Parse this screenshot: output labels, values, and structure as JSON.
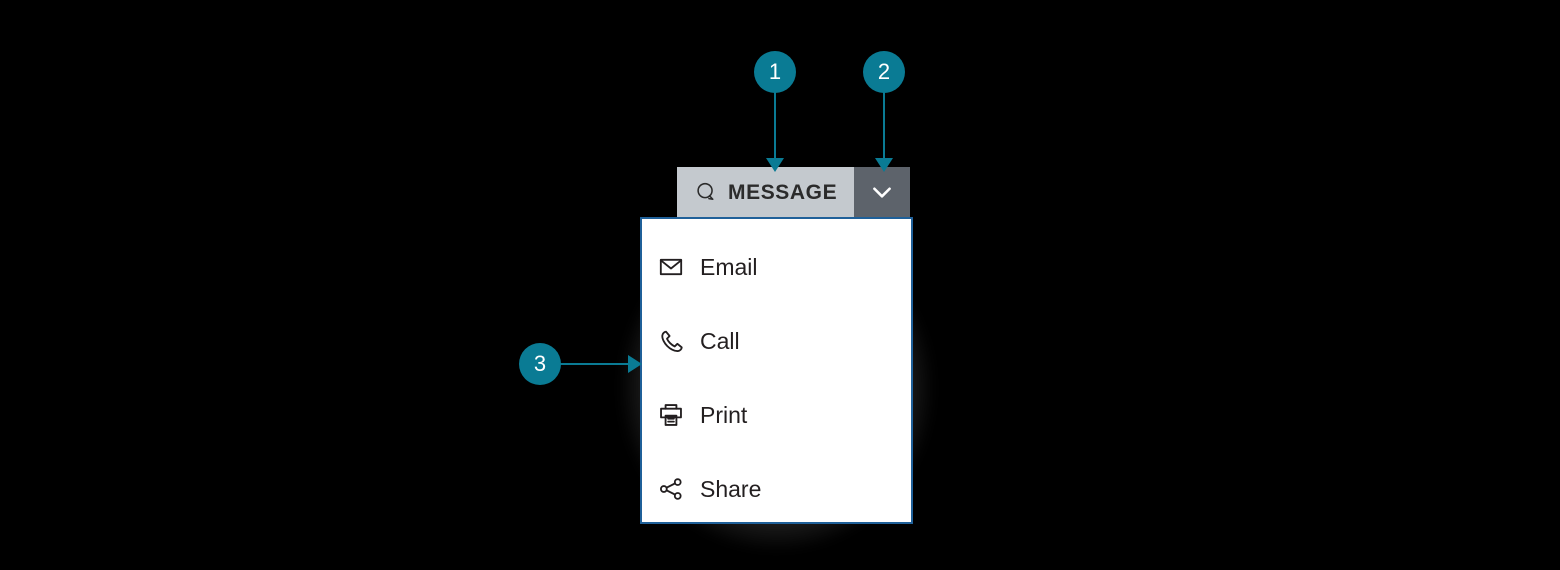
{
  "colors": {
    "background": "#000000",
    "accent_teal": "#0a7b94",
    "button_main_bg": "#c4c9ce",
    "button_toggle_bg": "#5d636b",
    "panel_border": "#1f6099",
    "panel_bg": "#ffffff",
    "label_text": "#2b2b2b",
    "menu_text": "#231f20"
  },
  "split_button": {
    "icon": "message-bubble-icon",
    "label": "MESSAGE",
    "toggle_icon": "chevron-down-icon"
  },
  "dropdown": {
    "items": [
      {
        "icon": "envelope-icon",
        "label": "Email"
      },
      {
        "icon": "phone-icon",
        "label": "Call"
      },
      {
        "icon": "printer-icon",
        "label": "Print"
      },
      {
        "icon": "share-icon",
        "label": "Share"
      }
    ]
  },
  "callouts": [
    {
      "number": "1",
      "target": "message-button",
      "direction": "down"
    },
    {
      "number": "2",
      "target": "dropdown-toggle",
      "direction": "down"
    },
    {
      "number": "3",
      "target": "dropdown-panel",
      "direction": "right"
    }
  ]
}
